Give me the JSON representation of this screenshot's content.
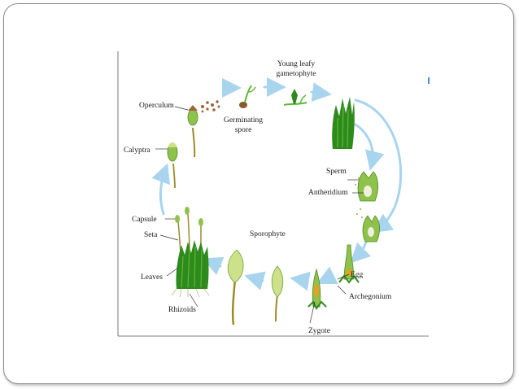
{
  "colors": {
    "arrow": "#a8d4ee",
    "leaf_dark": "#2f8a1e",
    "leaf_light": "#5cb833",
    "stem": "#9c8a2a",
    "capsule": "#8fc24a",
    "egg": "#e8a020"
  },
  "labels": {
    "young_leafy_1": "Young leafy",
    "young_leafy_2": "gametophyte",
    "operculum": "Operculum",
    "germinating_1": "Germinating",
    "germinating_2": "spore",
    "calyptra": "Calyptra",
    "sperm": "Sperm",
    "antheridium": "Antheridium",
    "capsule": "Capsule",
    "seta": "Seta",
    "sporophyte": "Sporophyte",
    "leaves": "Leaves",
    "egg": "Egg",
    "archegonium": "Archegonium",
    "rhizoids": "Rhizoids",
    "zygote": "Zygote"
  }
}
